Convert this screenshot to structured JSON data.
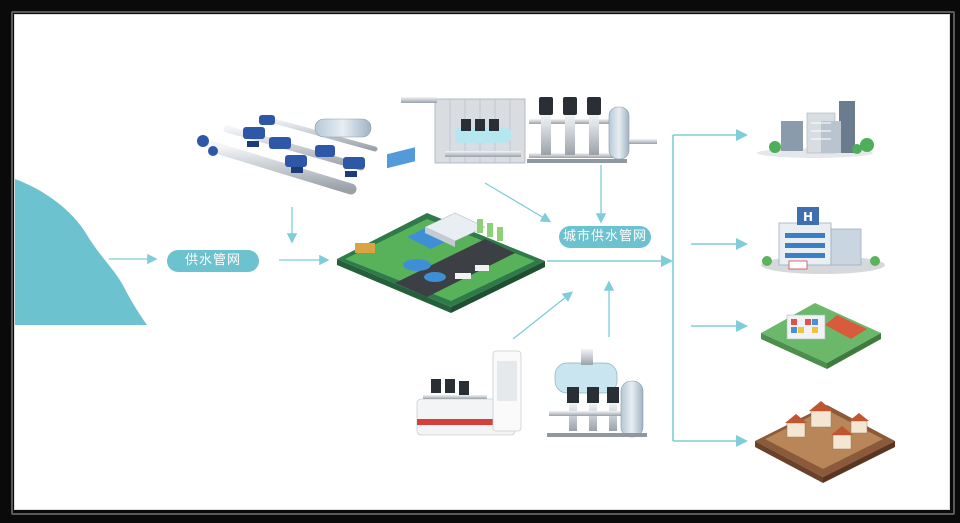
{
  "labels": {
    "supply_network": "供水管网",
    "city_supply_network": "城市供水管网"
  },
  "colors": {
    "accent": "#6cc3cf",
    "flow_arrow": "#7fcdd8",
    "outline_bg": "#ffffff",
    "frame": "#0a0a0a"
  },
  "nodes": {
    "water_source": "water-source",
    "pump_station": "pump-station",
    "treatment_plant": "water-treatment-plant",
    "booster_top_a": "booster-pump-cabinet",
    "booster_top_b": "variable-frequency-pump-set",
    "booster_bottom_a": "integrated-pump-station",
    "booster_bottom_b": "pressure-tank-pump-set",
    "dest_office": "office-buildings",
    "dest_hospital": "hospital",
    "dest_school": "school",
    "dest_residential": "residential-villas"
  }
}
